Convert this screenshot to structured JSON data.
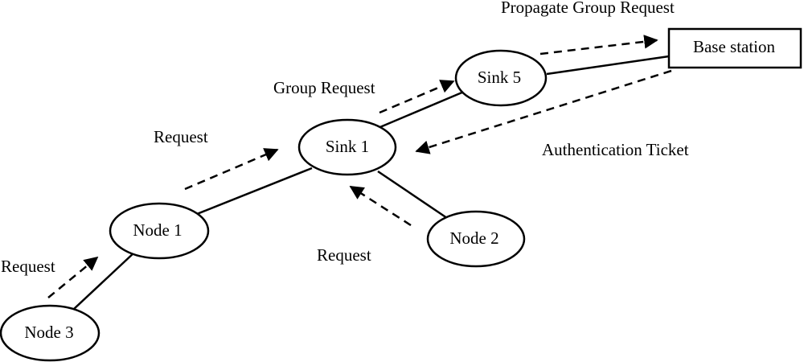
{
  "diagram": {
    "nodes": {
      "node3": "Node 3",
      "node1": "Node 1",
      "node2": "Node 2",
      "sink1": "Sink 1",
      "sink5": "Sink 5",
      "base_station": "Base station"
    },
    "labels": {
      "propagate_group_request": "Propagate Group Request",
      "group_request": "Group Request",
      "request_top": "Request",
      "request_left": "Request",
      "request_bottom": "Request",
      "authentication_ticket": "Authentication Ticket"
    },
    "links": [
      [
        "Node 3",
        "Node 1"
      ],
      [
        "Node 1",
        "Sink 1"
      ],
      [
        "Node 2",
        "Sink 1"
      ],
      [
        "Sink 1",
        "Sink 5"
      ],
      [
        "Sink 5",
        "Base station"
      ]
    ],
    "flows": [
      {
        "from": "Node 3",
        "to": "Node 1",
        "label": "Request"
      },
      {
        "from": "Node 1",
        "to": "Sink 1",
        "label": "Request"
      },
      {
        "from": "Node 2",
        "to": "Sink 1",
        "label": "Request"
      },
      {
        "from": "Sink 1",
        "to": "Sink 5",
        "label": "Group Request"
      },
      {
        "from": "Sink 5",
        "to": "Base station",
        "label": "Propagate Group Request"
      },
      {
        "from": "Base station",
        "to": "Sink 1",
        "label": "Authentication Ticket"
      }
    ]
  }
}
